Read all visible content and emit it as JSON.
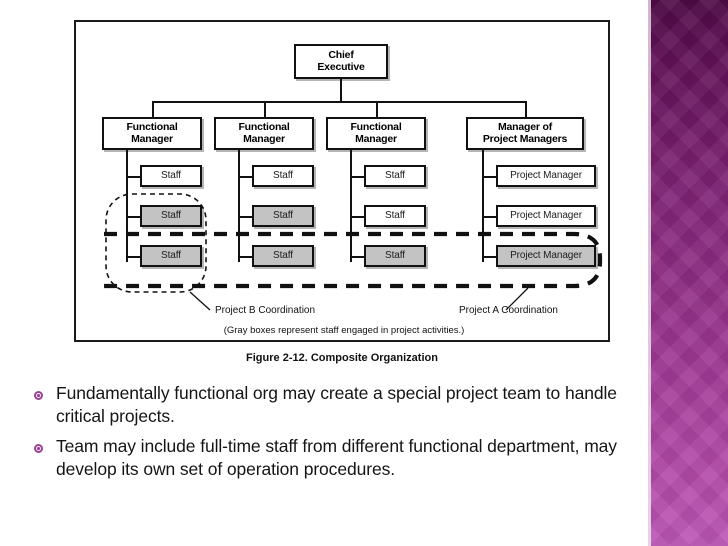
{
  "slide": {
    "background_color": "#ffffff",
    "accent_color": "#9b3f93"
  },
  "figure": {
    "caption": "Figure 2-12. Composite Organization",
    "footnote": "(Gray boxes represent staff engaged in project activities.)",
    "top_node": {
      "line1": "Chief",
      "line2": "Executive"
    },
    "columns": [
      {
        "head_line1": "Functional",
        "head_line2": "Manager",
        "leaves": [
          {
            "label": "Staff",
            "gray": false
          },
          {
            "label": "Staff",
            "gray": true
          },
          {
            "label": "Staff",
            "gray": true
          }
        ]
      },
      {
        "head_line1": "Functional",
        "head_line2": "Manager",
        "leaves": [
          {
            "label": "Staff",
            "gray": false
          },
          {
            "label": "Staff",
            "gray": true
          },
          {
            "label": "Staff",
            "gray": true
          }
        ]
      },
      {
        "head_line1": "Functional",
        "head_line2": "Manager",
        "leaves": [
          {
            "label": "Staff",
            "gray": false
          },
          {
            "label": "Staff",
            "gray": false
          },
          {
            "label": "Staff",
            "gray": true
          }
        ]
      },
      {
        "head_line1": "Manager of",
        "head_line2": "Project Managers",
        "leaves": [
          {
            "label": "Project Manager",
            "gray": false
          },
          {
            "label": "Project Manager",
            "gray": false
          },
          {
            "label": "Project Manager",
            "gray": true
          }
        ]
      }
    ],
    "annotations": {
      "project_b_label": "Project B Coordination",
      "project_a_label": "Project A Coordination"
    }
  },
  "bullets": [
    "Fundamentally functional org may create a special  project team to handle critical projects.",
    "Team may include full-time staff from different functional department, may develop its own set of operation procedures."
  ]
}
